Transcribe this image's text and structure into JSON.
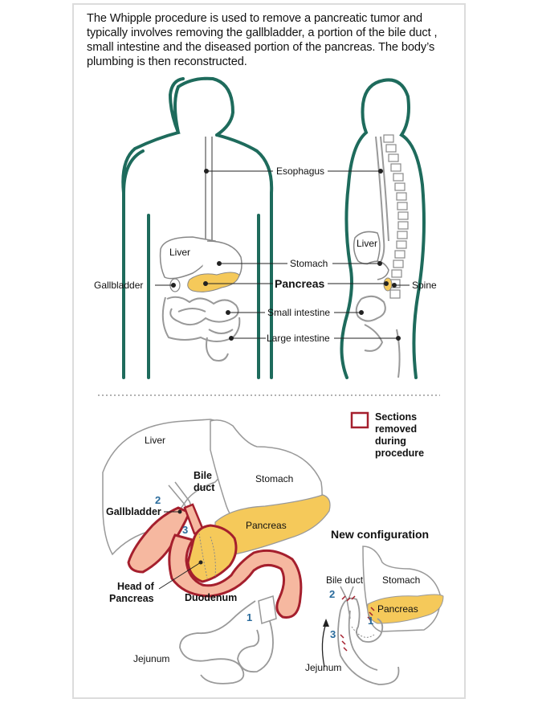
{
  "intro": {
    "line1": "The Whipple procedure is used to remove a pancreatic tumor and",
    "line2": "typically involves removing the gallbladder, a portion of the bile duct ,",
    "line3": "small intestine and the diseased portion of the pancreas.  The body’s",
    "line4": "plumbing is then reconstructed."
  },
  "anatomy": {
    "esophagus": "Esophagus",
    "liver_front": "Liver",
    "liver_side": "Liver",
    "stomach": "Stomach",
    "gallbladder": "Gallbladder",
    "pancreas": "Pancreas",
    "spine": "Spine",
    "small_intestine": "Small intestine",
    "large_intestine": "Large intestine"
  },
  "detail": {
    "liver": "Liver",
    "stomach": "Stomach",
    "bile_duct_line1": "Bile",
    "bile_duct_line2": "duct",
    "gallbladder": "Gallbladder",
    "pancreas": "Pancreas",
    "head_line1": "Head of",
    "head_line2": "Pancreas",
    "duodenum": "Duodenum",
    "jejunum": "Jejunum",
    "num1": "1",
    "num2": "2",
    "num3": "3"
  },
  "legend": {
    "line1": "Sections",
    "line2": "removed",
    "line3": "during",
    "line4": "procedure"
  },
  "new_config": {
    "title": "New configuration",
    "bile_duct": "Bile duct",
    "stomach": "Stomach",
    "pancreas": "Pancreas",
    "jejunum": "Jejunum",
    "num1": "1",
    "num2": "2",
    "num3": "3"
  },
  "colors": {
    "body_outline": "#1e6b5c",
    "organ_fill": "#f5c95a",
    "removed_outline": "#a51f2d",
    "removed_fill": "#f6b8a0",
    "number_blue": "#2a6b9c"
  }
}
